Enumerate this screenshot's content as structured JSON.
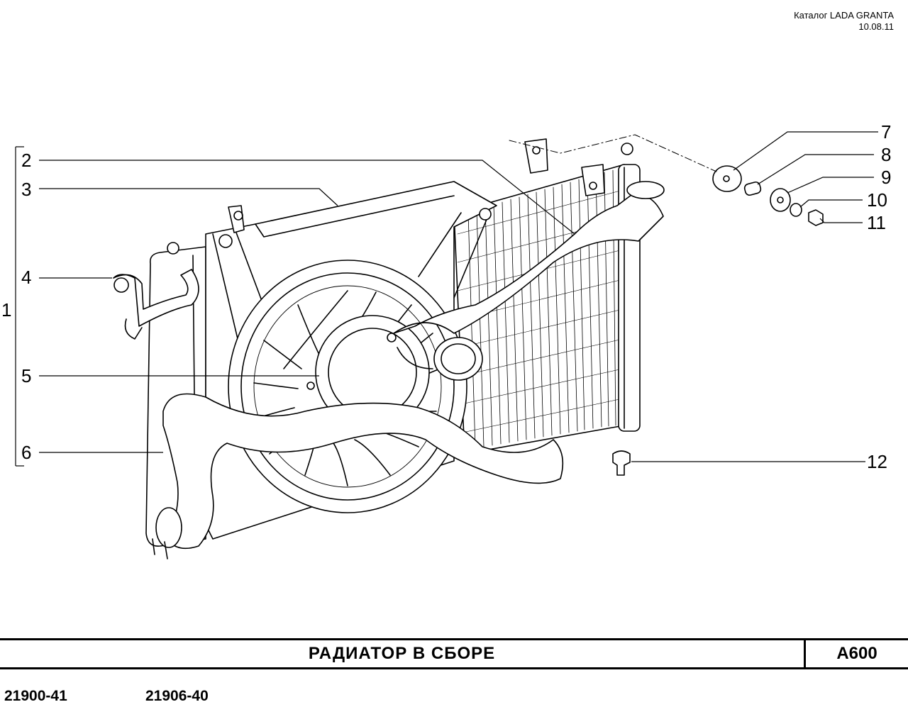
{
  "header": {
    "catalog": "Каталог LADA  GRANTA",
    "date": "10.08.11"
  },
  "callouts": [
    "1",
    "2",
    "3",
    "4",
    "5",
    "6",
    "7",
    "8",
    "9",
    "10",
    "11",
    "12"
  ],
  "title_block": {
    "title": "РАДИАТОР  В  СБОРЕ",
    "code": "A600"
  },
  "models": [
    "21900-41",
    "21906-40"
  ]
}
